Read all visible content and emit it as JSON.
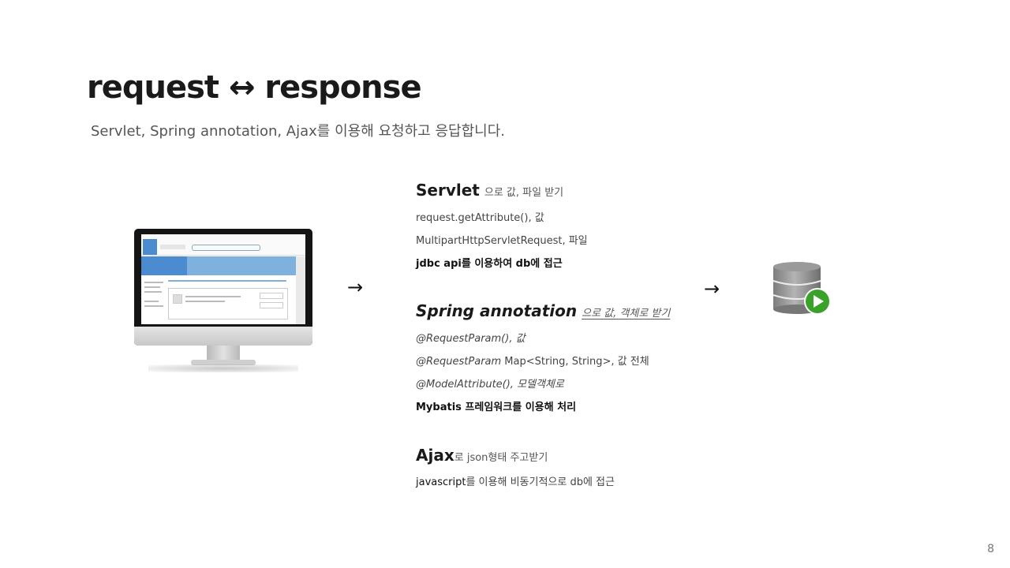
{
  "title": "request ↔ response",
  "subtitle": "Servlet, Spring annotation, Ajax를 이용해 요청하고 응답합니다.",
  "servlet": {
    "heading": "Servlet",
    "heading_sub": "으로 값, 파일 받기",
    "line1": "request.getAttribute(), 값",
    "line2": "MultipartHttpServletRequest, 파일",
    "line3": "jdbc api를 이용하여 db에 접근"
  },
  "spring": {
    "heading": "Spring annotation",
    "heading_sub": "으로 값, 객체로 받기",
    "line1": "@RequestParam(), 값",
    "line2_a": "@RequestParam",
    "line2_b": " Map<String, String>, 값 전체",
    "line3": "@ModelAttribute(), 모델객체로",
    "line4": "Mybatis 프레임워크를 이용해 처리"
  },
  "ajax": {
    "heading": "Ajax",
    "heading_sub": "로 json형태 주고받기",
    "line1_a": "javascript",
    "line1_b": "를 이용해 비동기적으로 db에 접근"
  },
  "arrow_glyph": "→",
  "page_number": "8",
  "icons": {
    "monitor": "monitor-icon",
    "database": "database-play-icon"
  },
  "colors": {
    "db_green": "#3aa12b",
    "screen_blue": "#4a8ccf"
  }
}
